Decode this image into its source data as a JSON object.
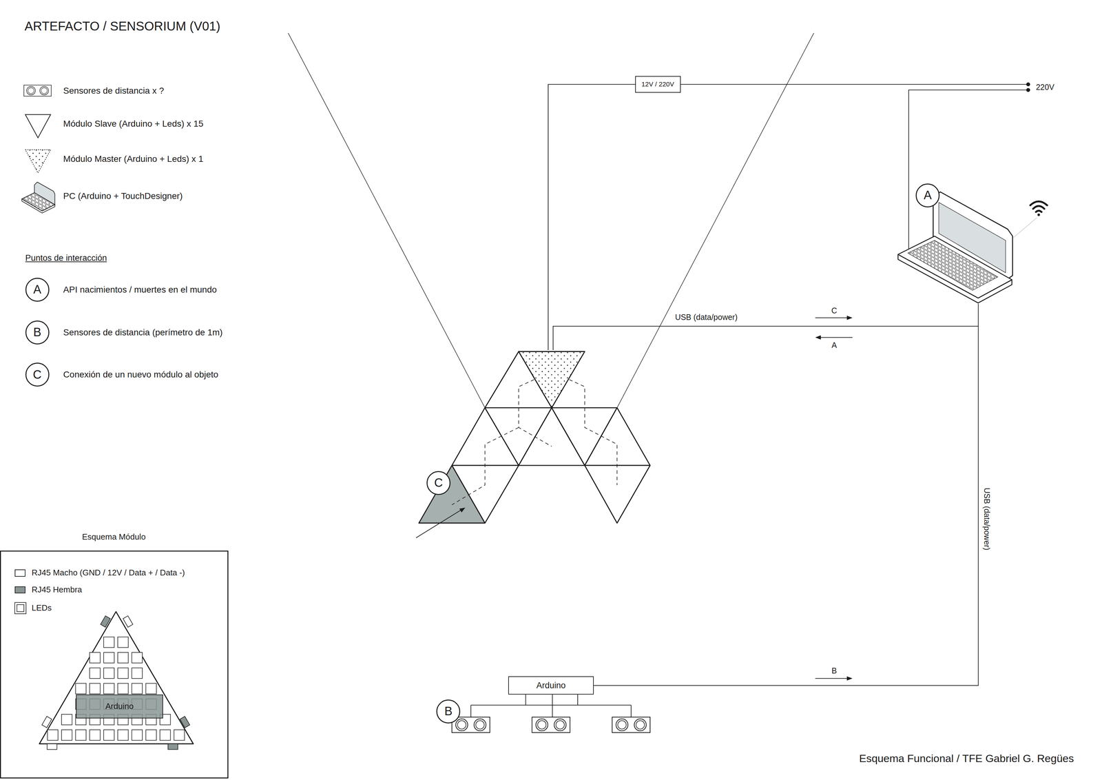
{
  "diagram": {
    "title": "ARTEFACTO / SENSORIUM (V01)",
    "caption": "Esquema Funcional / TFE Gabriel G. Regües",
    "nodes": [
      {
        "text": [
          "A"
        ]
      },
      {
        "text": [
          "B"
        ]
      },
      {
        "text": [
          "C"
        ]
      },
      {
        "text": [
          "12V / 220V"
        ]
      },
      {
        "text": [
          "A"
        ]
      },
      {
        "text": [
          "Arduino"
        ]
      },
      {
        "text": [
          "B"
        ]
      },
      {
        "text": [
          "C"
        ]
      },
      {
        "text": [
          "Esquema Módulo"
        ]
      },
      {
        "text": [
          "Arduino"
        ],
        "in": 8
      }
    ],
    "edges": [
      {
        "from": 4,
        "to": 5,
        "label": "USB (data/power)",
        "arrow": "none"
      }
    ],
    "labels": [
      "Puntos de interacción",
      "API nacimientos / muertes en el mundo",
      "Sensores de distancia (perímetro de 1m)",
      "Conexión de un nuevo módulo al objeto",
      "220V",
      "USB (data/power)",
      "C",
      "A",
      "B"
    ],
    "legend": [
      {
        "text": "Sensores de distancia x ?"
      },
      {
        "text": "Módulo Slave (Arduino + Leds) x 15"
      },
      {
        "text": "Módulo Master (Arduino + Leds) x 1"
      },
      {
        "text": "PC (Arduino + TouchDesigner)"
      },
      {
        "text": "RJ45 Macho (GND / 12V / Data + / Data -)",
        "color": "#ffffff"
      },
      {
        "text": "RJ45 Hembra",
        "color": "#8a9593"
      },
      {
        "text": "LEDs"
      }
    ]
  }
}
